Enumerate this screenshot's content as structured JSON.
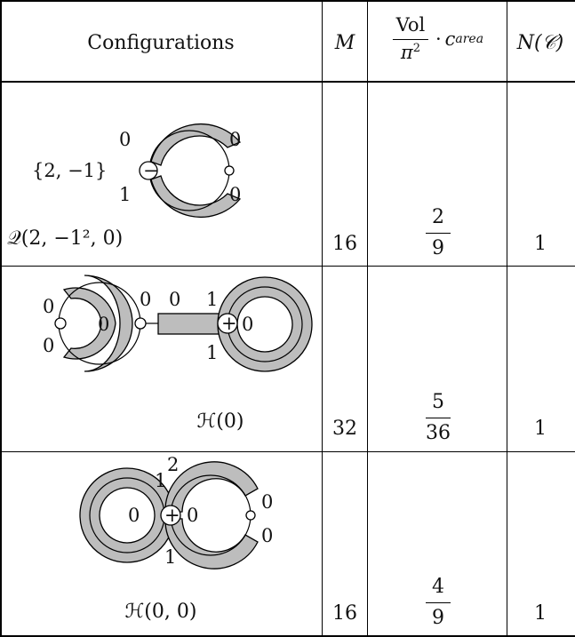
{
  "table": {
    "headers": {
      "configurations": "Configurations",
      "m": "M",
      "vol_num": "Vol",
      "vol_den": "π",
      "vol_den_exp": "2",
      "vol_mult": "·",
      "vol_c": "c",
      "vol_c_sub": "area",
      "n": "N(𝒞)"
    },
    "rows": [
      {
        "diagram_labels": {
          "top_left": "0",
          "top_right": "0",
          "bottom_left": "1",
          "bottom_right": "0",
          "side": "{2, −1}",
          "node_sign": "−"
        },
        "stratum": "𝒬(2, −1², 0)",
        "m": "16",
        "vol_num": "2",
        "vol_den": "9",
        "n": "1"
      },
      {
        "diagram_labels": {
          "l_top": "0",
          "l_mid": "0",
          "l_bot": "0",
          "c_top1": "0",
          "c_top2": "0",
          "c_top3": "1",
          "c_bot": "1",
          "r_in": "0",
          "node_sign": "+"
        },
        "stratum": "ℋ(0)",
        "m": "32",
        "vol_num": "5",
        "vol_den": "36",
        "n": "1"
      },
      {
        "diagram_labels": {
          "top1": "1",
          "top2": "2",
          "left_in": "0",
          "mid_right": "0",
          "bottom": "1",
          "right_top": "0",
          "right_bot": "0",
          "node_sign": "+"
        },
        "stratum": "ℋ(0, 0)",
        "m": "16",
        "vol_num": "4",
        "vol_den": "9",
        "n": "1"
      }
    ]
  },
  "colors": {
    "band_fill": "#bdbdbd",
    "line": "#000000",
    "background": "#ffffff"
  }
}
